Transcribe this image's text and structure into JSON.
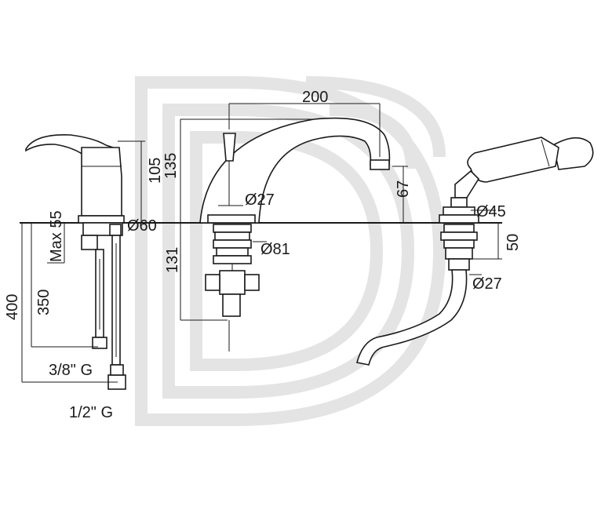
{
  "dimensions": {
    "d200": "200",
    "d135": "135",
    "d105": "105",
    "d67": "67",
    "max55": "Max 55",
    "dia60": "Ø60",
    "dia27_spout": "Ø27",
    "dia81": "Ø81",
    "dia45": "Ø45",
    "d50": "50",
    "dia27_hose": "Ø27",
    "d131": "131",
    "d400": "400",
    "d350": "350",
    "thread_38": "3/8\" G",
    "thread_12": "1/2\" G"
  },
  "colors": {
    "line": "#1a1a1a",
    "watermark": "#e4e4e4",
    "background": "#ffffff"
  }
}
